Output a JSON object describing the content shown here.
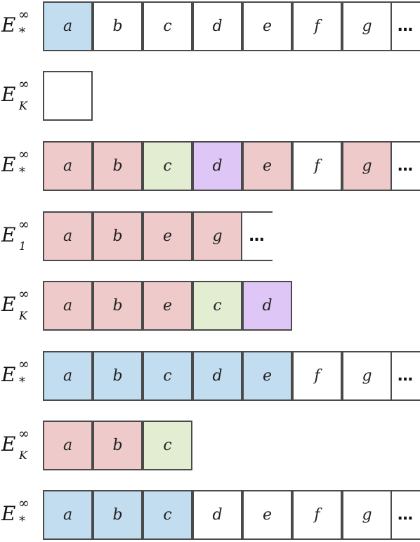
{
  "colors": {
    "blue": "#c3ddf0",
    "red": "#efcaca",
    "green": "#e2edd2",
    "purple": "#dec6f7",
    "white": "#ffffff",
    "border": "#4a4a4a"
  },
  "rows": [
    {
      "label": {
        "base": "E",
        "sup": "∞",
        "sub": "*"
      },
      "cells": [
        {
          "letter": "a",
          "color": "blue"
        },
        {
          "letter": "b",
          "color": "white"
        },
        {
          "letter": "c",
          "color": "white"
        },
        {
          "letter": "d",
          "color": "white"
        },
        {
          "letter": "e",
          "color": "white"
        },
        {
          "letter": "f",
          "color": "white"
        },
        {
          "letter": "g",
          "color": "white"
        }
      ],
      "ellipsis": "…"
    },
    {
      "label": {
        "base": "E",
        "sup": "∞",
        "sub": "K"
      },
      "cells": [
        {
          "letter": "",
          "color": "white"
        }
      ],
      "ellipsis": ""
    },
    {
      "label": {
        "base": "E",
        "sup": "∞",
        "sub": "*"
      },
      "cells": [
        {
          "letter": "a",
          "color": "red"
        },
        {
          "letter": "b",
          "color": "red"
        },
        {
          "letter": "c",
          "color": "green"
        },
        {
          "letter": "d",
          "color": "purple"
        },
        {
          "letter": "e",
          "color": "red"
        },
        {
          "letter": "f",
          "color": "white"
        },
        {
          "letter": "g",
          "color": "red"
        }
      ],
      "ellipsis": "…"
    },
    {
      "label": {
        "base": "E",
        "sup": "∞",
        "sub": "1"
      },
      "cells": [
        {
          "letter": "a",
          "color": "red"
        },
        {
          "letter": "b",
          "color": "red"
        },
        {
          "letter": "e",
          "color": "red"
        },
        {
          "letter": "g",
          "color": "red"
        }
      ],
      "ellipsis": "…"
    },
    {
      "label": {
        "base": "E",
        "sup": "∞",
        "sub": "K"
      },
      "cells": [
        {
          "letter": "a",
          "color": "red"
        },
        {
          "letter": "b",
          "color": "red"
        },
        {
          "letter": "e",
          "color": "red"
        },
        {
          "letter": "c",
          "color": "green"
        },
        {
          "letter": "d",
          "color": "purple"
        }
      ],
      "ellipsis": ""
    },
    {
      "label": {
        "base": "E",
        "sup": "∞",
        "sub": "*"
      },
      "cells": [
        {
          "letter": "a",
          "color": "blue"
        },
        {
          "letter": "b",
          "color": "blue"
        },
        {
          "letter": "c",
          "color": "blue"
        },
        {
          "letter": "d",
          "color": "blue"
        },
        {
          "letter": "e",
          "color": "blue"
        },
        {
          "letter": "f",
          "color": "white"
        },
        {
          "letter": "g",
          "color": "white"
        }
      ],
      "ellipsis": "…"
    },
    {
      "label": {
        "base": "E",
        "sup": "∞",
        "sub": "K"
      },
      "cells": [
        {
          "letter": "a",
          "color": "red"
        },
        {
          "letter": "b",
          "color": "red"
        },
        {
          "letter": "c",
          "color": "green"
        }
      ],
      "ellipsis": ""
    },
    {
      "label": {
        "base": "E",
        "sup": "∞",
        "sub": "*"
      },
      "cells": [
        {
          "letter": "a",
          "color": "blue"
        },
        {
          "letter": "b",
          "color": "blue"
        },
        {
          "letter": "c",
          "color": "blue"
        },
        {
          "letter": "d",
          "color": "white"
        },
        {
          "letter": "e",
          "color": "white"
        },
        {
          "letter": "f",
          "color": "white"
        },
        {
          "letter": "g",
          "color": "white"
        }
      ],
      "ellipsis": "…"
    }
  ]
}
